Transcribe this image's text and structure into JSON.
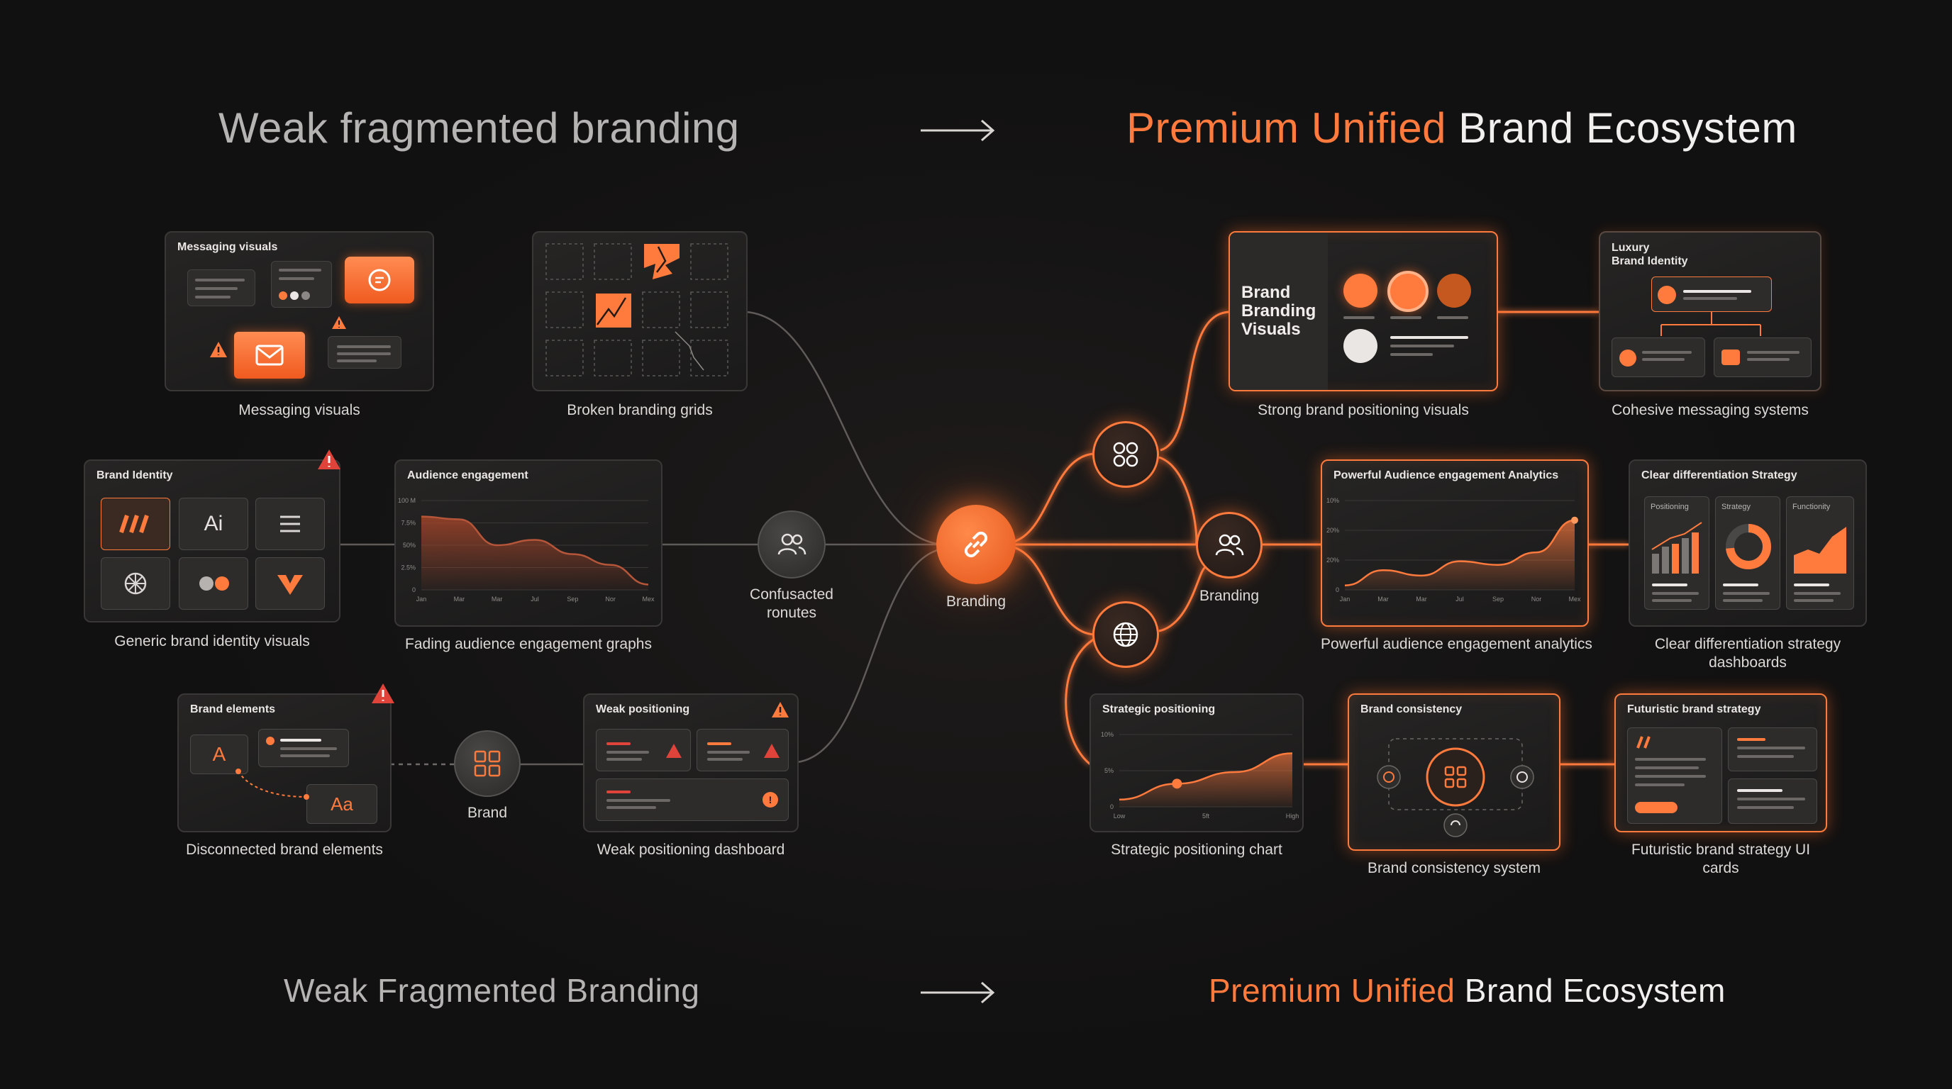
{
  "header": {
    "left_title": "Weak fragmented branding",
    "right_title_accent": "Premium Unified",
    "right_title_rest": "Brand Ecosystem"
  },
  "footer": {
    "left_title": "Weak Fragmented Branding",
    "right_title_accent": "Premium Unified",
    "right_title_rest": "Brand Ecosystem"
  },
  "left": {
    "messaging": {
      "title": "Messaging visuals",
      "caption": "Messaging visuals"
    },
    "grids": {
      "caption": "Broken branding grids"
    },
    "identity": {
      "title": "Brand Identity",
      "caption": "Generic brand identity visuals",
      "tile_ai": "Ai"
    },
    "audience": {
      "title": "Audience engagement",
      "caption": "Fading audience engagement graphs",
      "y_ticks": [
        "100 M",
        "7.5%",
        "50%",
        "2.5%",
        "0"
      ],
      "x_ticks": [
        "Jan",
        "Mar",
        "Mar",
        "Jul",
        "Sep",
        "Nor",
        "Mex"
      ]
    },
    "elements": {
      "title": "Brand elements",
      "caption": "Disconnected brand elements",
      "letter_a": "A",
      "letter_aa": "Aa"
    },
    "positioning": {
      "title": "Weak positioning",
      "caption": "Weak positioning dashboard"
    },
    "confused_node": {
      "label": "Confusacted\nronutes"
    },
    "brand_node": {
      "label": "Brand"
    }
  },
  "center": {
    "branding_node": {
      "label": "Branding"
    }
  },
  "right": {
    "visuals": {
      "title": "Brand\nBranding\nVisuals",
      "caption": "Strong brand positioning visuals"
    },
    "luxury": {
      "title": "Luxury\nBrand Identity",
      "caption": "Cohesive messaging systems"
    },
    "branding_node": {
      "label": "Branding"
    },
    "analytics": {
      "title": "Powerful Audience engagement Analytics",
      "caption": "Powerful audience engagement analytics",
      "y_ticks": [
        "10%",
        "20%",
        "20%",
        "0"
      ],
      "x_ticks": [
        "Jan",
        "Mar",
        "Mar",
        "Jul",
        "Sep",
        "Nor",
        "Mex"
      ]
    },
    "differentiation": {
      "title": "Clear differentiation Strategy",
      "caption": "Clear differentiation strategy\ndashboards",
      "panels": [
        "Positioning",
        "Strategy",
        "Functionity"
      ]
    },
    "strategic": {
      "title": "Strategic positioning",
      "caption": "Strategic positioning chart",
      "y_ticks": [
        "10%",
        "5%",
        "0"
      ],
      "x_ticks": [
        "Low",
        "5ft",
        "High"
      ]
    },
    "consistency": {
      "title": "Brand consistency",
      "caption": "Brand consistency system"
    },
    "futuristic": {
      "title": "Futuristic brand strategy",
      "caption": "Futuristic brand strategy UI\ncards"
    }
  },
  "colors": {
    "accent": "#ff7a3d",
    "warning": "#e0433a",
    "background": "#171616",
    "panel": "#232221"
  },
  "chart_data": [
    {
      "type": "area",
      "title": "Audience engagement",
      "categories": [
        "Jan",
        "Mar",
        "Mar",
        "Jul",
        "Sep",
        "Nor",
        "Mex"
      ],
      "y_tick_labels": [
        "100 M",
        "7.5%",
        "50%",
        "2.5%",
        "0"
      ],
      "series": [
        {
          "values": [
            8.2,
            7.9,
            5.0,
            5.6,
            4.0,
            2.8,
            0.6
          ]
        }
      ],
      "ylim": [
        0,
        10
      ]
    },
    {
      "type": "area",
      "title": "Powerful Audience engagement Analytics",
      "categories": [
        "Jan",
        "Mar",
        "Mar",
        "Jul",
        "Sep",
        "Nor",
        "Mex"
      ],
      "y_tick_labels": [
        "10%",
        "20%",
        "20%",
        "0"
      ],
      "series": [
        {
          "values": [
            0.5,
            2.2,
            1.6,
            3.2,
            2.8,
            4.2,
            7.8
          ]
        }
      ],
      "ylim": [
        0,
        10
      ]
    },
    {
      "type": "area",
      "title": "Strategic positioning",
      "categories": [
        "Low",
        "5ft",
        "High"
      ],
      "y_tick_labels": [
        "10%",
        "5%",
        "0"
      ],
      "series": [
        {
          "values": [
            1.0,
            3.2,
            4.8,
            7.4
          ]
        }
      ],
      "ylim": [
        0,
        10
      ]
    }
  ]
}
